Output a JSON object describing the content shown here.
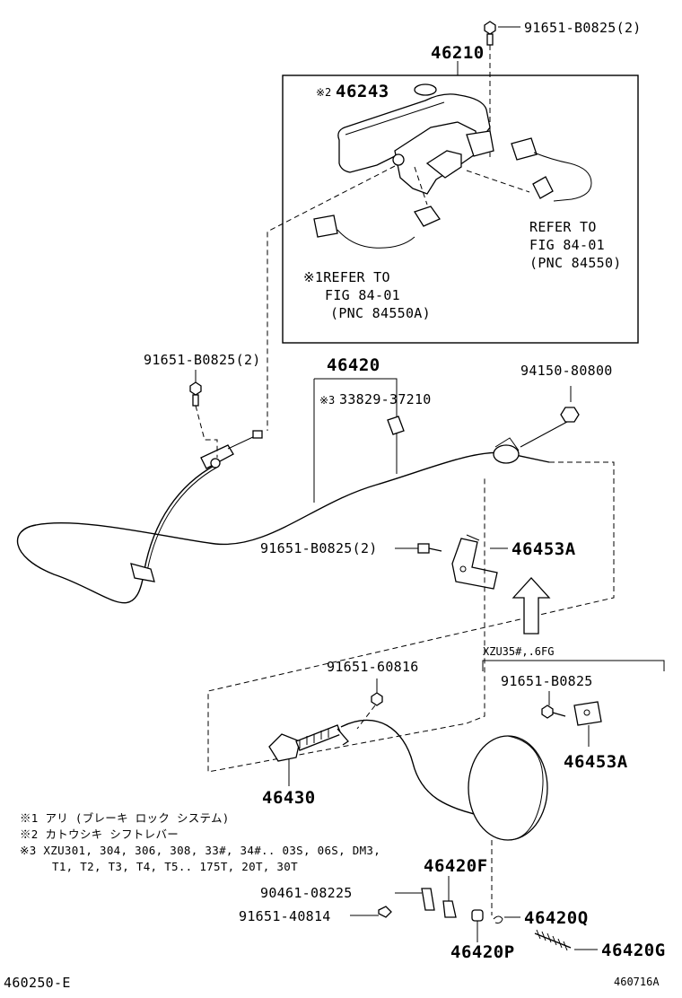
{
  "labels": {
    "bolt_top": "91651-B0825(2)",
    "assy_46210": "46210",
    "note2_mark": "※2",
    "part_46243": "46243",
    "refer_right_1": "REFER TO",
    "refer_right_2": "FIG 84-01",
    "refer_right_3": "(PNC 84550)",
    "refer_left_1": "※1REFER TO",
    "refer_left_2": "FIG 84-01",
    "refer_left_3": "(PNC 84550A)",
    "bolt_left": "91651-B0825(2)",
    "cable_46420": "46420",
    "clip_mark": "※3",
    "clip_num": "33829-37210",
    "part_94150": "94150-80800",
    "bolt_mid": "91651-B0825(2)",
    "bracket_46453A": "46453A",
    "variant": "XZU35#,.6FG",
    "bolt_variant": "91651-B0825",
    "bracket_variant": "46453A",
    "bolt_60816": "91651-60816",
    "cable_46430": "46430",
    "part_46420F": "46420F",
    "part_90461": "90461-08225",
    "bolt_40814": "91651-40814",
    "part_46420Q": "46420Q",
    "part_46420P": "46420P",
    "part_46420G": "46420G",
    "fig_left": "460250-E",
    "fig_right": "460716A"
  },
  "notes": [
    "※1 アリ (ブレーキ ロック システム)",
    "※2 カトウシキ シフトレバー",
    "※3 XZU301, 304, 306, 308, 33#, 34#.. 03S, 06S, DM3,",
    "T1, T2, T3, T4, T5.. 175T, 20T, 30T"
  ]
}
